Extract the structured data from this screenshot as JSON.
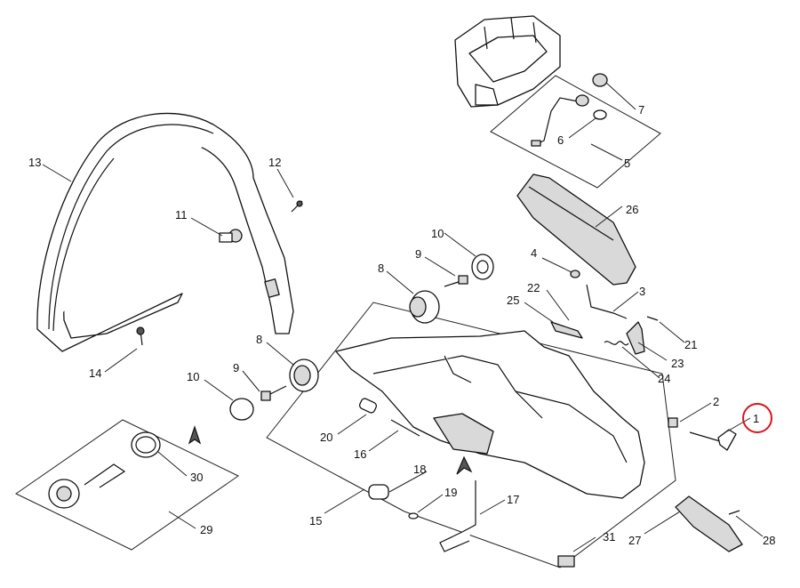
{
  "callouts": [
    {
      "id": "1",
      "label": "1",
      "highlighted": true
    },
    {
      "id": "2",
      "label": "2"
    },
    {
      "id": "3",
      "label": "3"
    },
    {
      "id": "4",
      "label": "4"
    },
    {
      "id": "5",
      "label": "5"
    },
    {
      "id": "6",
      "label": "6"
    },
    {
      "id": "7",
      "label": "7"
    },
    {
      "id": "8a",
      "label": "8"
    },
    {
      "id": "8b",
      "label": "8"
    },
    {
      "id": "9a",
      "label": "9"
    },
    {
      "id": "9b",
      "label": "9"
    },
    {
      "id": "10a",
      "label": "10"
    },
    {
      "id": "10b",
      "label": "10"
    },
    {
      "id": "11",
      "label": "11"
    },
    {
      "id": "12",
      "label": "12"
    },
    {
      "id": "13",
      "label": "13"
    },
    {
      "id": "14",
      "label": "14"
    },
    {
      "id": "15",
      "label": "15"
    },
    {
      "id": "16",
      "label": "16"
    },
    {
      "id": "17",
      "label": "17"
    },
    {
      "id": "18",
      "label": "18"
    },
    {
      "id": "19",
      "label": "19"
    },
    {
      "id": "20",
      "label": "20"
    },
    {
      "id": "21",
      "label": "21"
    },
    {
      "id": "22",
      "label": "22"
    },
    {
      "id": "23",
      "label": "23"
    },
    {
      "id": "24",
      "label": "24"
    },
    {
      "id": "25",
      "label": "25"
    },
    {
      "id": "26",
      "label": "26"
    },
    {
      "id": "27",
      "label": "27"
    },
    {
      "id": "28",
      "label": "28"
    },
    {
      "id": "29",
      "label": "29"
    },
    {
      "id": "30",
      "label": "30"
    },
    {
      "id": "31",
      "label": "31"
    }
  ],
  "colors": {
    "line": "#111111",
    "highlight_circle": "#d9141b",
    "background": "#ffffff"
  }
}
